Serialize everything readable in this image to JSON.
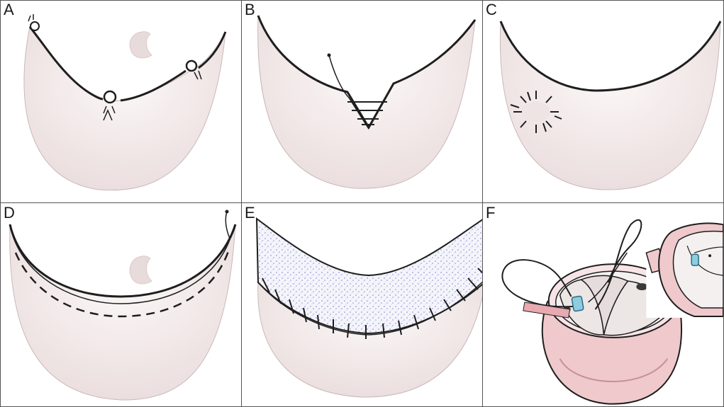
{
  "panels": [
    {
      "letter": "A"
    },
    {
      "letter": "B"
    },
    {
      "letter": "C"
    },
    {
      "letter": "D"
    },
    {
      "letter": "E"
    },
    {
      "letter": "F"
    }
  ],
  "colors": {
    "leaflet_fill": "#f4eeee",
    "leaflet_shade": "#e9dede",
    "outline": "#1e1e1e",
    "patch_dots": "#8f8fd0",
    "root_pink": "#eec7cb",
    "clip_blue": "#8ecde0"
  }
}
